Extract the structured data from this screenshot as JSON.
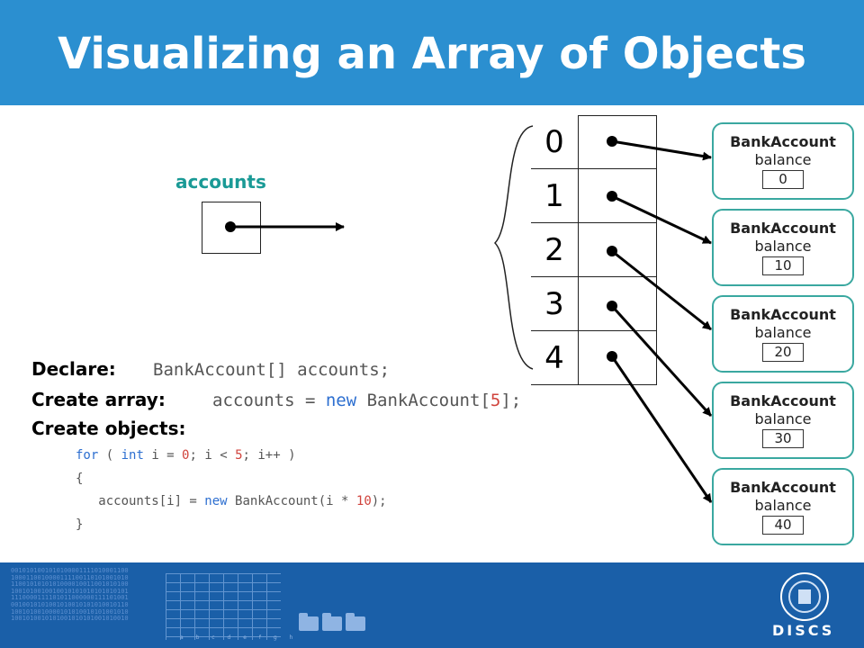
{
  "slide": {
    "title": "Visualizing an Array of Objects"
  },
  "variable": {
    "name": "accounts"
  },
  "array": {
    "indices": [
      "0",
      "1",
      "2",
      "3",
      "4"
    ]
  },
  "objects": [
    {
      "class_name": "BankAccount",
      "field": "balance",
      "value": "0"
    },
    {
      "class_name": "BankAccount",
      "field": "balance",
      "value": "10"
    },
    {
      "class_name": "BankAccount",
      "field": "balance",
      "value": "20"
    },
    {
      "class_name": "BankAccount",
      "field": "balance",
      "value": "30"
    },
    {
      "class_name": "BankAccount",
      "field": "balance",
      "value": "40"
    }
  ],
  "steps": {
    "declare_label": "Declare:",
    "declare_code": "BankAccount[] accounts;",
    "create_array_label": "Create array:",
    "create_array_code": {
      "part1": "accounts = ",
      "kw_new": "new",
      "part2": " BankAccount[",
      "size": "5",
      "part3": "];"
    },
    "create_objects_label": "Create objects:",
    "loop": {
      "kw_for": "for",
      "open": " ( ",
      "kw_int": "int",
      "init": " i = ",
      "zero": "0",
      "cond": "; i < ",
      "five": "5",
      "rest": "; i++ )",
      "brace_open": "{",
      "body_part1": "   accounts[i] = ",
      "kw_new": "new",
      "body_part2": " BankAccount(i * ",
      "ten": "10",
      "body_part3": ");",
      "brace_close": "}"
    }
  },
  "footer": {
    "binary_text": "0010101001010100001111010001100\n1000110010000111100110101001010\n1100101010101000010011001010100\n1001010010010010101010101010101\n1110000111101011000000111101001\n0010010101001010010101010010110\n1001010010000101010010101001010\n1001010010101001010101001010010",
    "grid_axis_text": "a b c d e f g h",
    "brand": "DISCS"
  },
  "colors": {
    "header_bg": "#2b8fd0",
    "footer_bg": "#1a5fa8",
    "object_border": "#3aa8a0",
    "variable_label": "#1a9a96",
    "keyword": "#2d6fd0",
    "number": "#d0433c"
  }
}
